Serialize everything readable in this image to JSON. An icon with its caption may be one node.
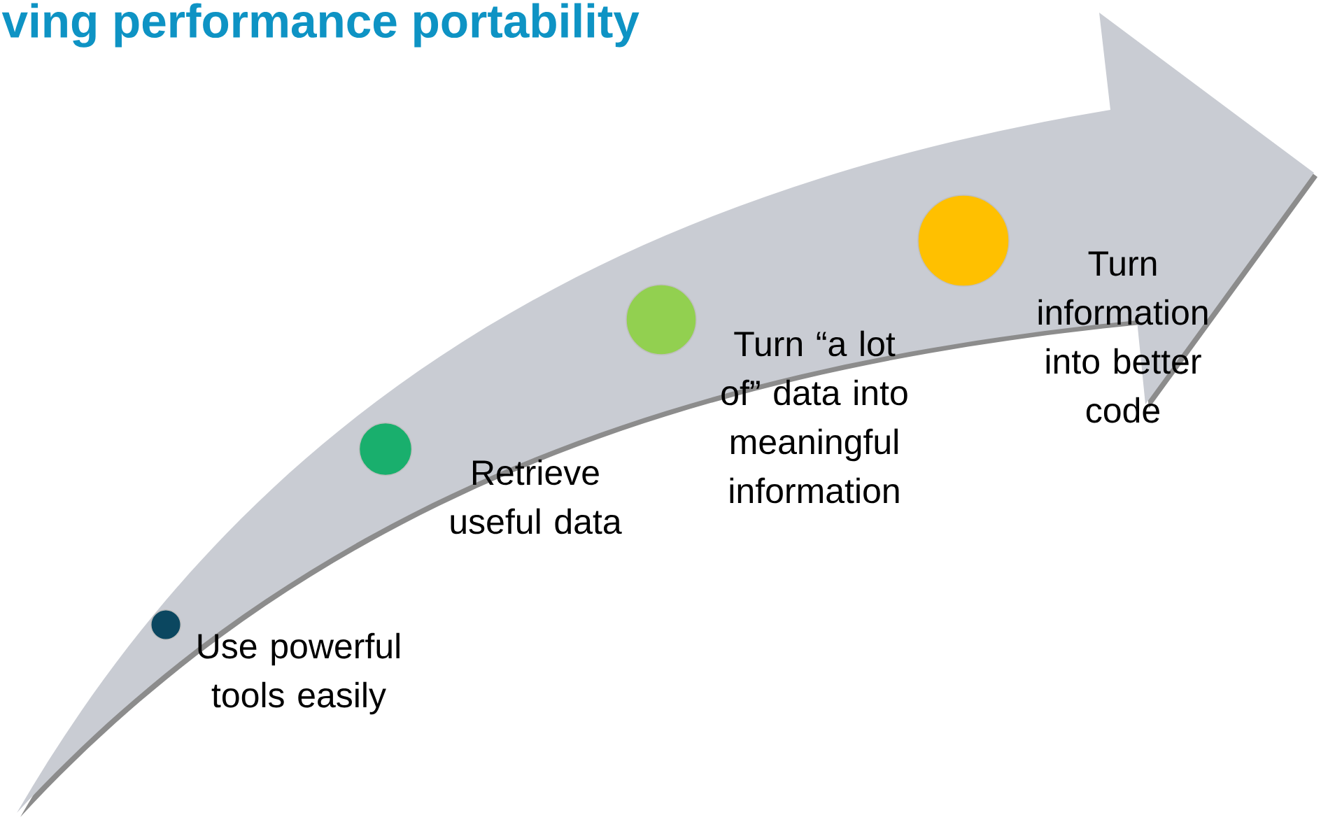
{
  "diagram": {
    "title": "ving performance portability",
    "nodes": [
      {
        "text": [],
        "shape": "circle",
        "beside": [
          "Use powerful tools easily"
        ]
      },
      {
        "text": [],
        "shape": "circle",
        "beside": [
          "Retrieve useful data"
        ]
      },
      {
        "text": [],
        "shape": "circle",
        "beside": [
          "Turn “a lot of” data into meaningful information"
        ]
      },
      {
        "text": [],
        "shape": "circle",
        "beside": [
          "Turn information into better code"
        ]
      }
    ]
  }
}
